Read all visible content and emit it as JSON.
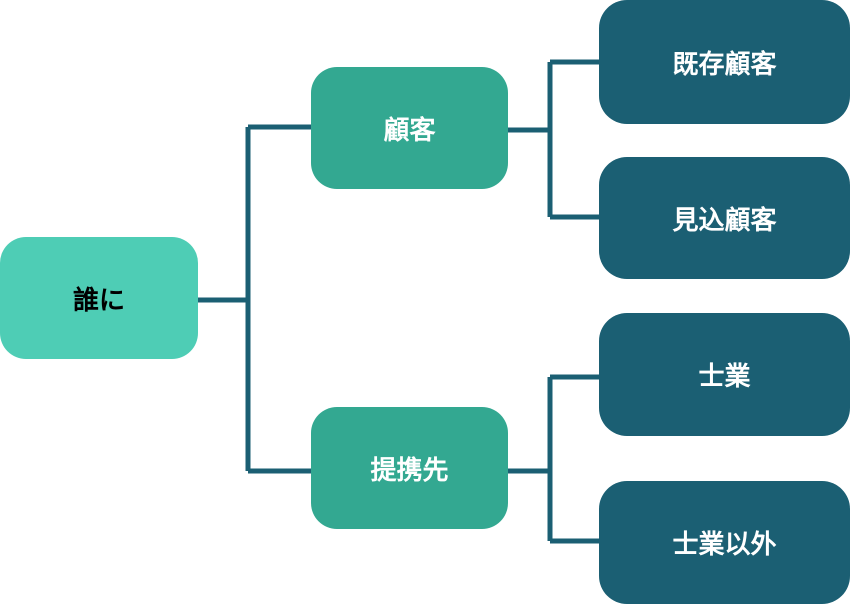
{
  "colors": {
    "root": "#4ECDB5",
    "level1": "#33A891",
    "level2": "#1B5F73",
    "connector": "#1B5F73"
  },
  "root": {
    "label": "誰に"
  },
  "branches": [
    {
      "label": "顧客",
      "children": [
        {
          "label": "既存顧客"
        },
        {
          "label": "見込顧客"
        }
      ]
    },
    {
      "label": "提携先",
      "children": [
        {
          "label": "士業"
        },
        {
          "label": "士業以外"
        }
      ]
    }
  ]
}
